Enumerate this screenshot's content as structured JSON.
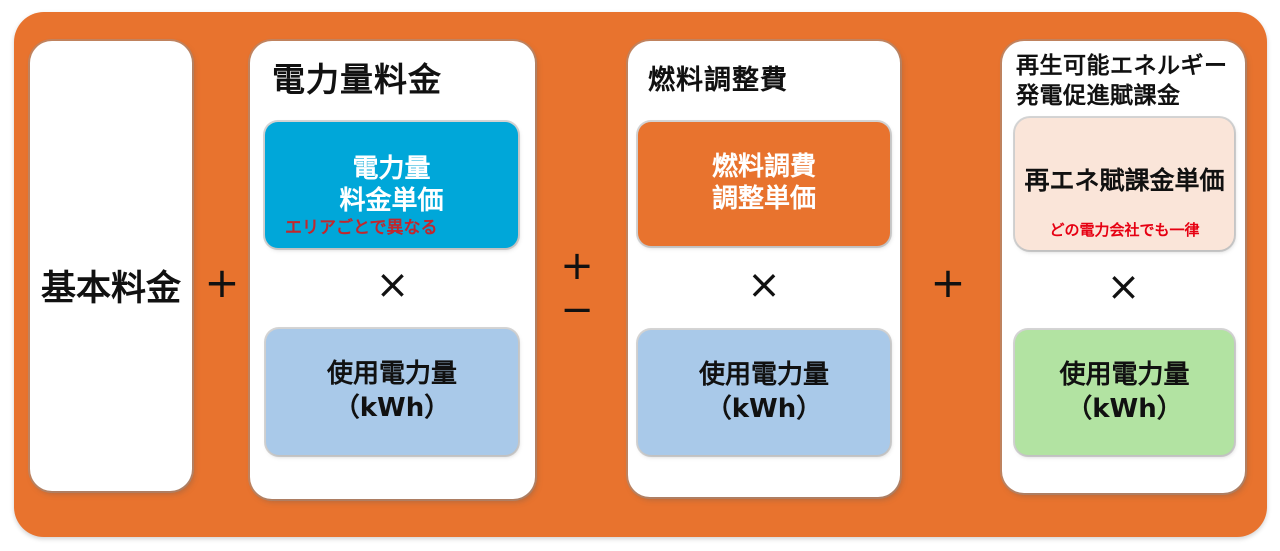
{
  "colors": {
    "board_orange": "#E8732E",
    "unit_blue": "#00A7D9",
    "usage_light_blue": "#A9C9E9",
    "fuel_unit_orange": "#E8732E",
    "levy_peach": "#FAE5D9",
    "usage_green": "#B2E3A2",
    "note_red_on_blue": "#C1272D",
    "note_red_on_peach": "#E60012"
  },
  "operators": {
    "between_basic_energy": "+",
    "plus_minus": {
      "plus": "+",
      "minus": "−"
    },
    "between_fuel_renewable": "+"
  },
  "panels": {
    "basic": {
      "label": "基本料金"
    },
    "energy": {
      "title": "電力量料金",
      "unit_box": {
        "line1": "電力量",
        "line2": "料金単価",
        "note": "エリアごとで異なる"
      },
      "multiply": "×",
      "usage_box": {
        "line1": "使用電力量",
        "line2": "（kWh）"
      }
    },
    "fuel": {
      "title": "燃料調整費",
      "unit_box": {
        "line1": "燃料調費",
        "line2": "調整単価"
      },
      "multiply": "×",
      "usage_box": {
        "line1": "使用電力量",
        "line2": "（kWh）"
      }
    },
    "renewable": {
      "title_line1": "再生可能エネルギー",
      "title_line2": "発電促進賦課金",
      "unit_box": {
        "label": "再エネ賦課金単価",
        "note": "どの電力会社でも一律"
      },
      "multiply": "×",
      "usage_box": {
        "line1": "使用電力量",
        "line2": "（kWh）"
      }
    }
  }
}
